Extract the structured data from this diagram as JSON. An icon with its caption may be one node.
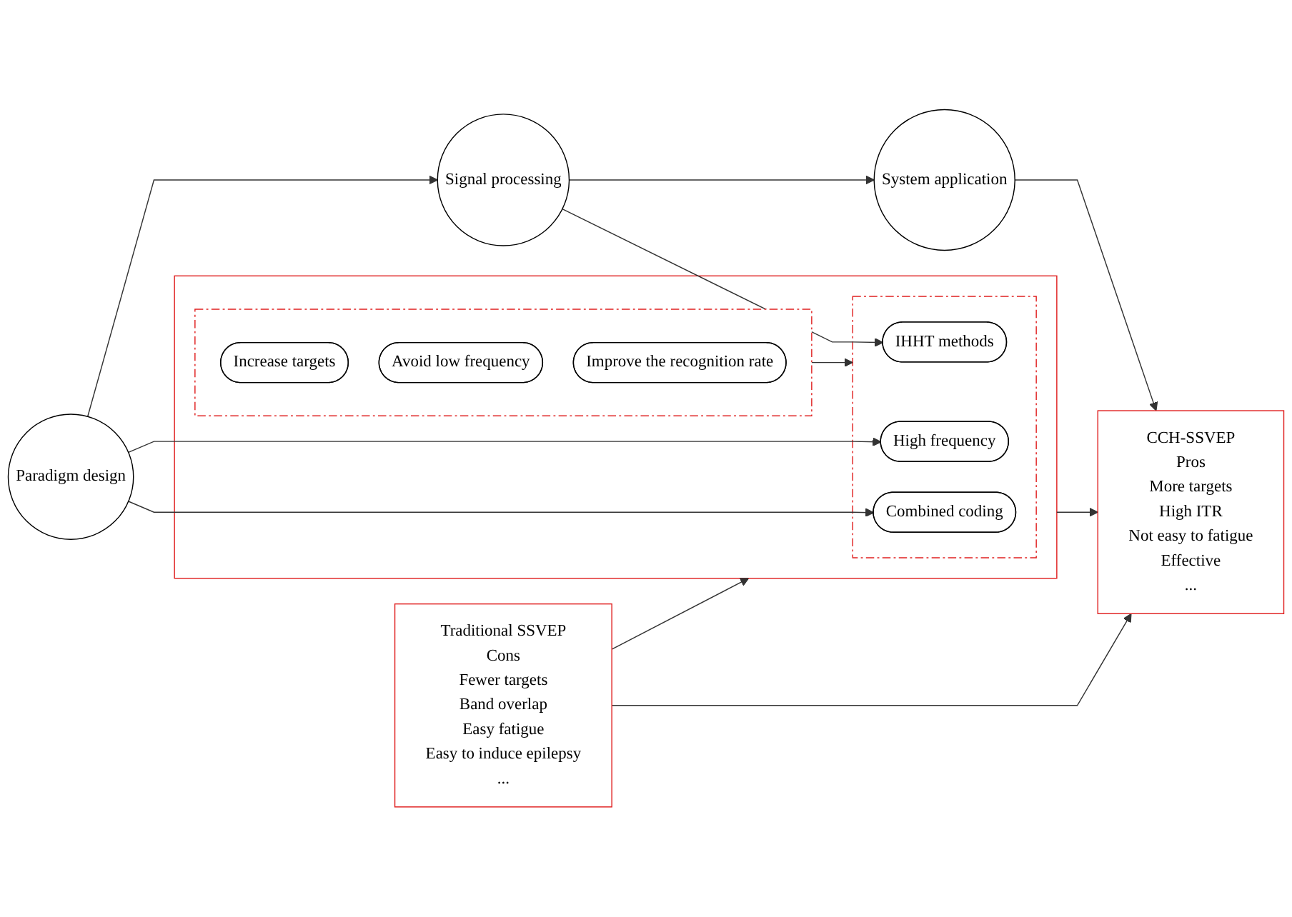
{
  "diagram": {
    "nodes": [
      {
        "text": [],
        "shape": "box"
      },
      {
        "text": [],
        "shape": "box",
        "in": 0
      },
      {
        "text": [],
        "shape": "box",
        "in": 0
      },
      {
        "text": [
          "Increase targets"
        ],
        "in": 1
      },
      {
        "text": [
          "Avoid low frequency"
        ],
        "in": 1
      },
      {
        "text": [
          "Improve the recognition rate"
        ],
        "in": 1
      },
      {
        "text": [
          "Combined coding"
        ],
        "in": 2
      },
      {
        "text": [
          "High frequency"
        ],
        "in": 2
      },
      {
        "text": [
          "IHHT methods"
        ],
        "in": 2
      },
      {
        "text": [
          "Paradigm design"
        ]
      },
      {
        "text": [
          "Signal processing"
        ]
      },
      {
        "text": [
          "System application"
        ]
      },
      {
        "text": [
          "Traditional SSVEP",
          "Cons",
          "Fewer targets",
          "Band overlap",
          "Easy fatigue",
          "Easy to induce epilepsy",
          "..."
        ]
      },
      {
        "text": [
          "CCH-SSVEP",
          "Pros",
          "More targets",
          "High ITR",
          "Not easy to fatigue",
          "Effective",
          "..."
        ]
      }
    ],
    "edges": [
      {
        "from": 1,
        "to": 2,
        "arrow": "to"
      },
      {
        "from": 9,
        "to": 6,
        "arrow": "to"
      },
      {
        "from": 9,
        "to": 7,
        "arrow": "to"
      },
      {
        "from": 9,
        "to": 10,
        "arrow": "to"
      },
      {
        "from": 10,
        "to": 8,
        "arrow": "to"
      },
      {
        "from": 10,
        "to": 11,
        "arrow": "to"
      },
      {
        "from": 11,
        "to": 13,
        "arrow": "to"
      },
      {
        "from": 12,
        "to": 0,
        "arrow": "to"
      },
      {
        "from": 0,
        "to": 13,
        "arrow": "to"
      },
      {
        "from": 12,
        "to": 13,
        "arrow": "to"
      }
    ]
  }
}
